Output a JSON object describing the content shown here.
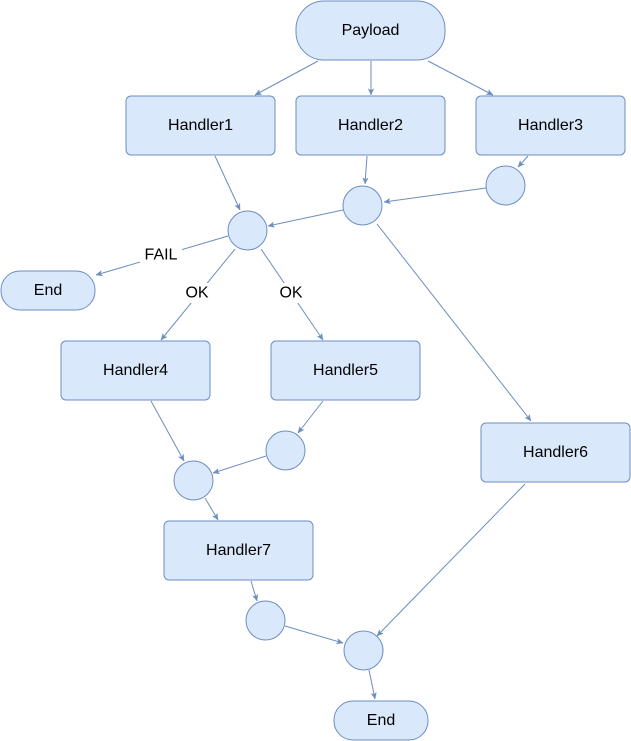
{
  "colors": {
    "node_fill": "#dae8fc",
    "node_stroke": "#6c8ebf",
    "edge": "#6c8ebf",
    "text": "#000000",
    "background": "#ffffff"
  },
  "nodes": {
    "payload": {
      "label": "Payload",
      "shape": "terminal"
    },
    "handler1": {
      "label": "Handler1",
      "shape": "process"
    },
    "handler2": {
      "label": "Handler2",
      "shape": "process"
    },
    "handler3": {
      "label": "Handler3",
      "shape": "process"
    },
    "handler4": {
      "label": "Handler4",
      "shape": "process"
    },
    "handler5": {
      "label": "Handler5",
      "shape": "process"
    },
    "handler6": {
      "label": "Handler6",
      "shape": "process"
    },
    "handler7": {
      "label": "Handler7",
      "shape": "process"
    },
    "end_fail": {
      "label": "End",
      "shape": "terminal"
    },
    "end_final": {
      "label": "End",
      "shape": "terminal"
    },
    "junction_h3": {
      "label": "",
      "shape": "junction"
    },
    "junction_merge": {
      "label": "",
      "shape": "junction"
    },
    "junction_check": {
      "label": "",
      "shape": "junction"
    },
    "junction_h5": {
      "label": "",
      "shape": "junction"
    },
    "junction_h4_h5": {
      "label": "",
      "shape": "junction"
    },
    "junction_h7": {
      "label": "",
      "shape": "junction"
    },
    "junction_final": {
      "label": "",
      "shape": "junction"
    }
  },
  "edges": [
    {
      "from": "payload",
      "to": "handler1",
      "label": ""
    },
    {
      "from": "payload",
      "to": "handler2",
      "label": ""
    },
    {
      "from": "payload",
      "to": "handler3",
      "label": ""
    },
    {
      "from": "handler3",
      "to": "junction_h3",
      "label": ""
    },
    {
      "from": "handler2",
      "to": "junction_merge",
      "label": ""
    },
    {
      "from": "junction_h3",
      "to": "junction_merge",
      "label": ""
    },
    {
      "from": "handler1",
      "to": "junction_check",
      "label": ""
    },
    {
      "from": "junction_merge",
      "to": "junction_check",
      "label": ""
    },
    {
      "from": "junction_merge",
      "to": "handler6",
      "label": ""
    },
    {
      "from": "junction_check",
      "to": "end_fail",
      "label": "FAIL"
    },
    {
      "from": "junction_check",
      "to": "handler4",
      "label": "OK"
    },
    {
      "from": "junction_check",
      "to": "handler5",
      "label": "OK"
    },
    {
      "from": "handler5",
      "to": "junction_h5",
      "label": ""
    },
    {
      "from": "handler4",
      "to": "junction_h4_h5",
      "label": ""
    },
    {
      "from": "junction_h5",
      "to": "junction_h4_h5",
      "label": ""
    },
    {
      "from": "junction_h4_h5",
      "to": "handler7",
      "label": ""
    },
    {
      "from": "handler7",
      "to": "junction_h7",
      "label": ""
    },
    {
      "from": "junction_h7",
      "to": "junction_final",
      "label": ""
    },
    {
      "from": "handler6",
      "to": "junction_final",
      "label": ""
    },
    {
      "from": "junction_final",
      "to": "end_final",
      "label": ""
    }
  ]
}
